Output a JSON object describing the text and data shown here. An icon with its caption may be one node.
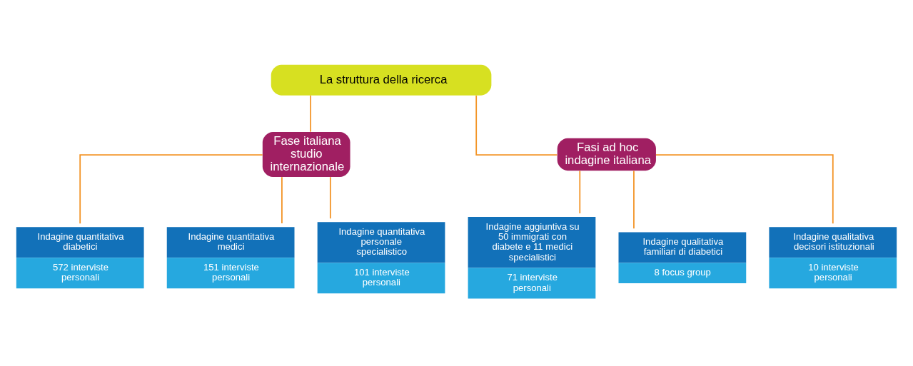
{
  "diagram": {
    "nodes": [
      {
        "text": [
          "La struttura della ricerca"
        ]
      },
      {
        "text": [
          "Fase italiana studio internazionale"
        ]
      },
      {
        "text": [
          "Fasi ad hoc indagine italiana"
        ]
      },
      {
        "text": [
          "Indagine quantitativa diabetici",
          "572 interviste personali"
        ]
      },
      {
        "text": [
          "Indagine quantitativa medici",
          "151 interviste personali"
        ]
      },
      {
        "text": [
          "Indagine quantitativa personale specialistico",
          "101 interviste personali"
        ]
      },
      {
        "text": [
          "Indagine aggiuntiva su 50 immigrati con diabete e 11 medici specialistici",
          "71 interviste personali"
        ]
      },
      {
        "text": [
          "Indagine qualitativa familiari di diabetici",
          "8 focus group"
        ]
      },
      {
        "text": [
          "Indagine qualitativa decisori istituzionali",
          "10 interviste personali"
        ]
      }
    ],
    "edges": [
      {
        "from": 0,
        "to": 1,
        "arrow": "none"
      },
      {
        "from": 0,
        "to": 2,
        "arrow": "none"
      },
      {
        "from": 1,
        "to": 3,
        "arrow": "none"
      },
      {
        "from": 1,
        "to": 4,
        "arrow": "none"
      },
      {
        "from": 1,
        "to": 5,
        "arrow": "none"
      },
      {
        "from": 2,
        "to": 6,
        "arrow": "none"
      },
      {
        "from": 2,
        "to": 7,
        "arrow": "none"
      },
      {
        "from": 2,
        "to": 8,
        "arrow": "none"
      }
    ]
  }
}
